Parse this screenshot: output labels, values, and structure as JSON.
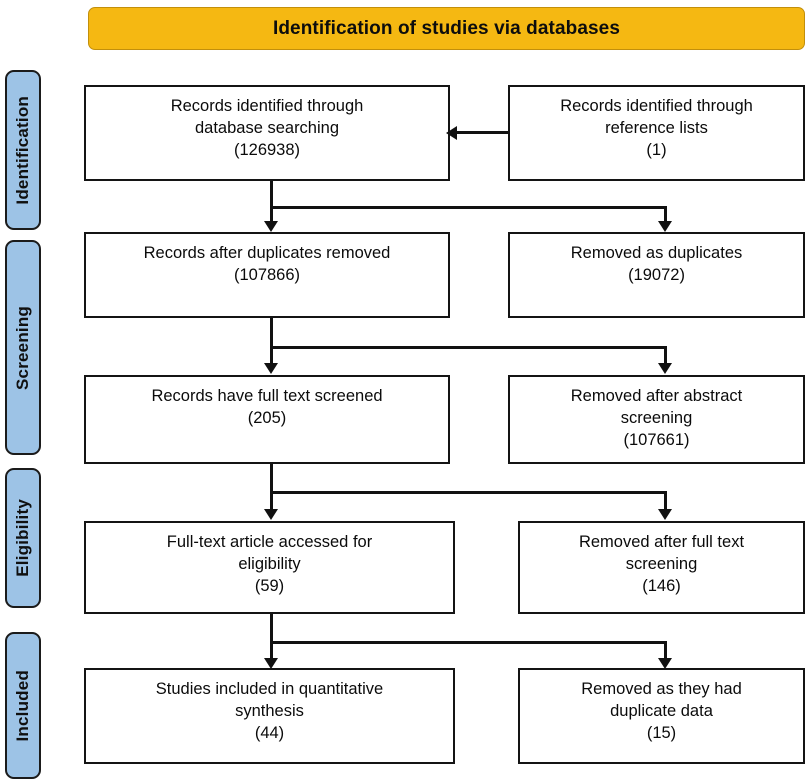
{
  "banner": {
    "title": "Identification of studies via databases",
    "color": "#F5B812"
  },
  "phases": [
    {
      "label": "Identification",
      "color": "#9DC3E6"
    },
    {
      "label": "Screening",
      "color": "#9DC3E6"
    },
    {
      "label": "Eligibility",
      "color": "#9DC3E6"
    },
    {
      "label": "Included",
      "color": "#9DC3E6"
    }
  ],
  "nodes": {
    "records_database": {
      "line1": "Records identified through",
      "line2": "database searching",
      "line3": "(126938)"
    },
    "records_reference": {
      "line1": "Records identified through",
      "line2": "reference lists",
      "line3": "(1)"
    },
    "after_duplicates": {
      "line1": "Records after duplicates removed",
      "line2": "(107866)",
      "line3": ""
    },
    "removed_duplicates": {
      "line1": "Removed as duplicates",
      "line2": "(19072)",
      "line3": ""
    },
    "full_text_screened": {
      "line1": "Records have full text screened",
      "line2": "(205)",
      "line3": ""
    },
    "removed_abstract": {
      "line1": "Removed after abstract",
      "line2": "screening",
      "line3": "(107661)"
    },
    "full_text_eligibility": {
      "line1": "Full-text article accessed for",
      "line2": "eligibility",
      "line3": "(59)"
    },
    "removed_fulltext": {
      "line1": "Removed after full text",
      "line2": "screening",
      "line3": "(146)"
    },
    "included_synthesis": {
      "line1": "Studies included in quantitative",
      "line2": "synthesis",
      "line3": "(44)"
    },
    "removed_dupdata": {
      "line1": "Removed as they had",
      "line2": "duplicate data",
      "line3": "(15)"
    }
  },
  "chart_data": {
    "type": "diagram",
    "title": "Identification of studies via databases",
    "diagram_kind": "PRISMA flow diagram",
    "phases": [
      "Identification",
      "Screening",
      "Eligibility",
      "Included"
    ],
    "steps": [
      {
        "phase": "Identification",
        "label": "Records identified through database searching",
        "count": 126938
      },
      {
        "phase": "Identification",
        "label": "Records identified through reference lists",
        "count": 1
      },
      {
        "phase": "Screening",
        "label": "Records after duplicates removed",
        "count": 107866
      },
      {
        "phase": "Screening",
        "label": "Removed as duplicates",
        "count": 19072
      },
      {
        "phase": "Screening",
        "label": "Records have full text screened",
        "count": 205
      },
      {
        "phase": "Screening",
        "label": "Removed after abstract screening",
        "count": 107661
      },
      {
        "phase": "Eligibility",
        "label": "Full-text article accessed for eligibility",
        "count": 59
      },
      {
        "phase": "Eligibility",
        "label": "Removed after full text screening",
        "count": 146
      },
      {
        "phase": "Included",
        "label": "Studies included in quantitative synthesis",
        "count": 44
      },
      {
        "phase": "Included",
        "label": "Removed as they had duplicate data",
        "count": 15
      }
    ]
  }
}
